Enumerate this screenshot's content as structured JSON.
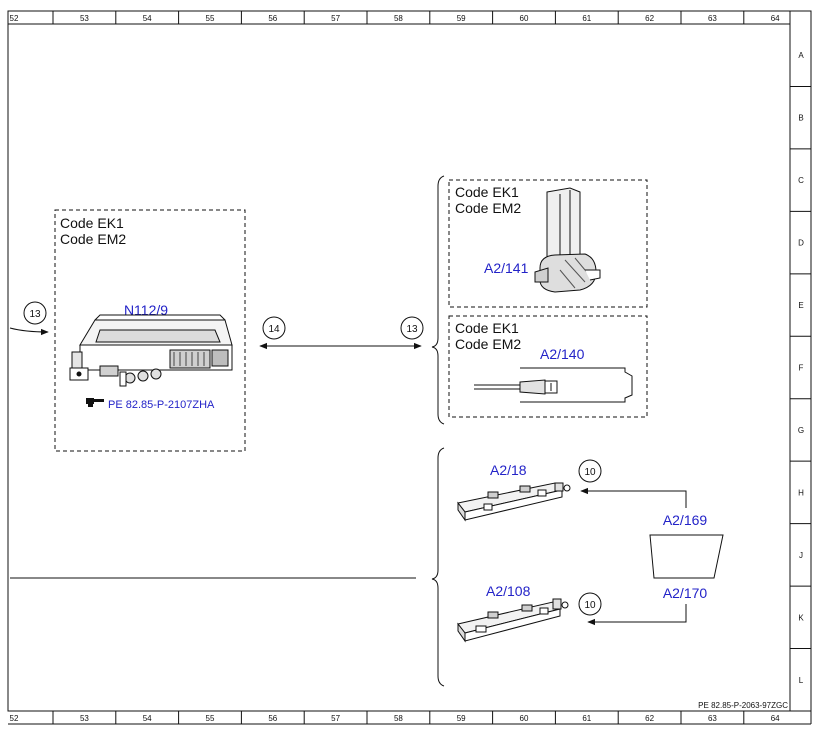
{
  "grid": {
    "columns": [
      "52",
      "53",
      "54",
      "55",
      "56",
      "57",
      "58",
      "59",
      "60",
      "61",
      "62",
      "63",
      "64"
    ],
    "rows": [
      "A",
      "B",
      "C",
      "D",
      "E",
      "F",
      "G",
      "H",
      "J",
      "K",
      "L"
    ]
  },
  "footer_code": "PE 82.85-P-2063-97ZGC",
  "boxes": {
    "left": {
      "code_lines": [
        "Code EK1",
        "Code EM2"
      ],
      "component_label": "N112/9",
      "ref_icon": "pointing-hand-icon",
      "ref_text": "PE 82.85-P-2107ZHA"
    },
    "top_right": {
      "code_lines": [
        "Code EK1",
        "Code EM2"
      ],
      "component_label": "A2/141"
    },
    "mid_right": {
      "code_lines": [
        "Code EK1",
        "Code EM2"
      ],
      "component_label": "A2/140"
    }
  },
  "lower_group": {
    "antenna_top_label": "A2/18",
    "antenna_bottom_label": "A2/108",
    "panel_label_top": "A2/169",
    "panel_label_bottom": "A2/170"
  },
  "connectors": {
    "left_in": "13",
    "double_arrow_left": "14",
    "double_arrow_right": "13",
    "antenna_top": "10",
    "antenna_bottom": "10"
  },
  "colors": {
    "label_blue": "#2323c8",
    "line": "#111111"
  }
}
